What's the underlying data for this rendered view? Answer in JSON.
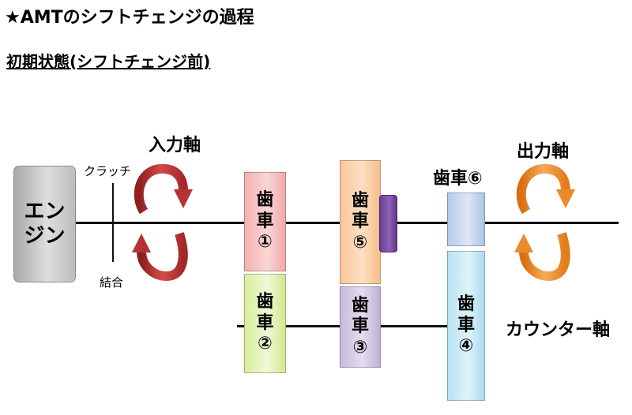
{
  "title": "★AMTのシフトチェンジの過程",
  "subtitle": "初期状態(シフトチェンジ前)",
  "labels": {
    "input_shaft": "入力軸",
    "output_shaft": "出力軸",
    "clutch": "クラッチ",
    "engaged": "結合",
    "counter_shaft": "カウンター軸",
    "gear6_label": "歯車⑥"
  },
  "engine": {
    "line1": "エン",
    "line2": "ジン"
  },
  "gears": {
    "gear1": {
      "line1": "歯",
      "line2": "車",
      "number": "①",
      "color": "#f7c0c0"
    },
    "gear2": {
      "line1": "歯",
      "line2": "車",
      "number": "②",
      "color": "#e4f4bd"
    },
    "gear3": {
      "line1": "歯",
      "line2": "車",
      "number": "③",
      "color": "#d6cbe8"
    },
    "gear4": {
      "line1": "歯",
      "line2": "車",
      "number": "④",
      "color": "#cbeaf7"
    },
    "gear5": {
      "line1": "歯",
      "line2": "車",
      "number": "⑤",
      "color": "#fbd5b0"
    }
  },
  "colors": {
    "input_arrow": "#c03030",
    "output_arrow": "#ef8a1f",
    "sleeve": "#7a4fa6",
    "shaft": "#111111"
  },
  "icons": [
    "rotation-arrow-icon"
  ]
}
